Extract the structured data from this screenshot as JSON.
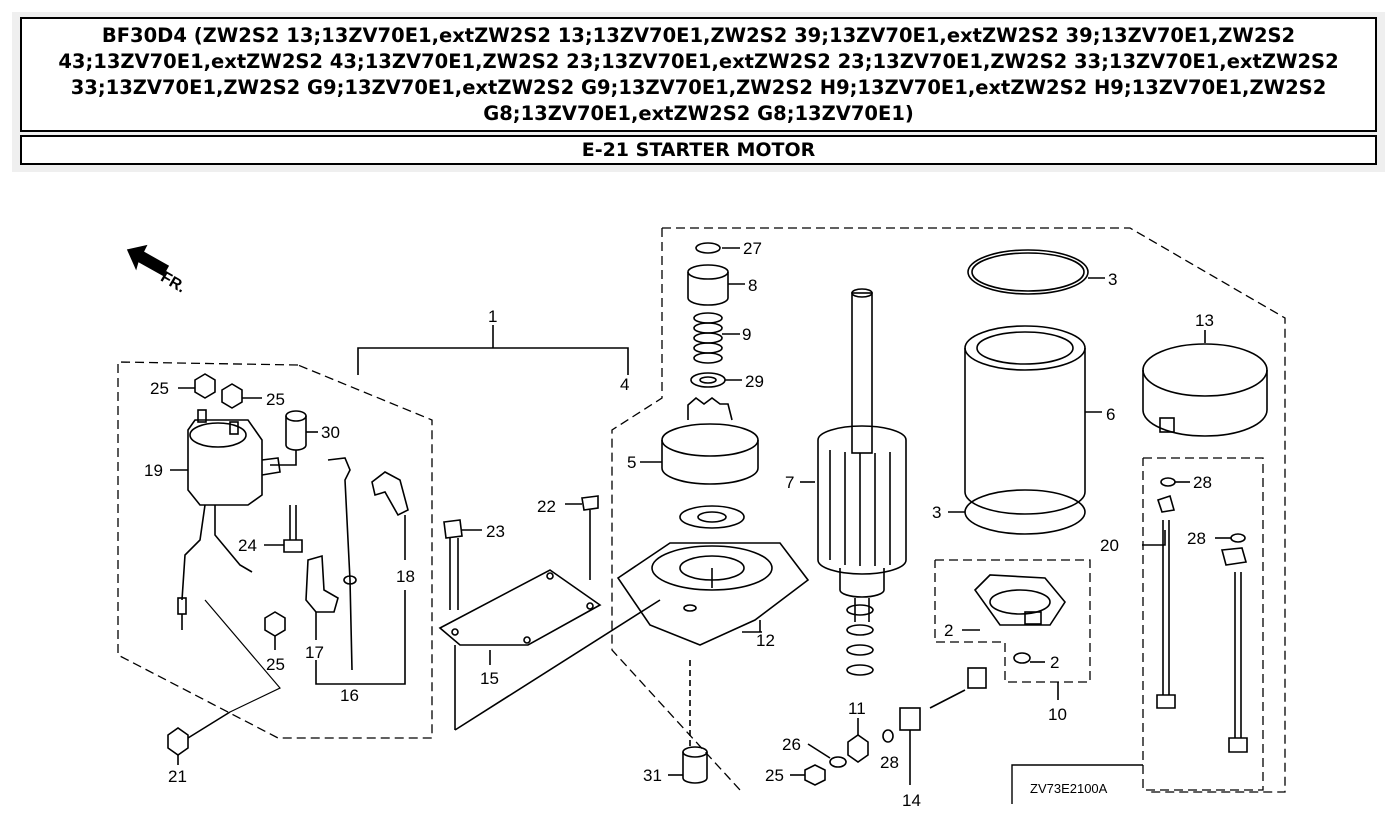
{
  "header": {
    "model_text": "BF30D4 (ZW2S2 13;13ZV70E1,extZW2S2 13;13ZV70E1,ZW2S2 39;13ZV70E1,extZW2S2 39;13ZV70E1,ZW2S2 43;13ZV70E1,extZW2S2 43;13ZV70E1,ZW2S2 23;13ZV70E1,extZW2S2 23;13ZV70E1,ZW2S2 33;13ZV70E1,extZW2S2 33;13ZV70E1,ZW2S2 G9;13ZV70E1,extZW2S2 G9;13ZV70E1,ZW2S2 H9;13ZV70E1,extZW2S2 H9;13ZV70E1,ZW2S2 G8;13ZV70E1,extZW2S2 G8;13ZV70E1)",
    "section_title": "E-21 STARTER MOTOR"
  },
  "diagram": {
    "direction_label": "FR.",
    "code": "ZV73E2100A",
    "callouts": [
      "27",
      "8",
      "9",
      "29",
      "5",
      "4",
      "1",
      "3",
      "6",
      "3",
      "13",
      "7",
      "28",
      "28",
      "20",
      "25",
      "25",
      "30",
      "19",
      "24",
      "18",
      "23",
      "22",
      "2",
      "2",
      "10",
      "12",
      "15",
      "25",
      "17",
      "16",
      "11",
      "26",
      "28",
      "14",
      "25",
      "31",
      "21"
    ]
  }
}
